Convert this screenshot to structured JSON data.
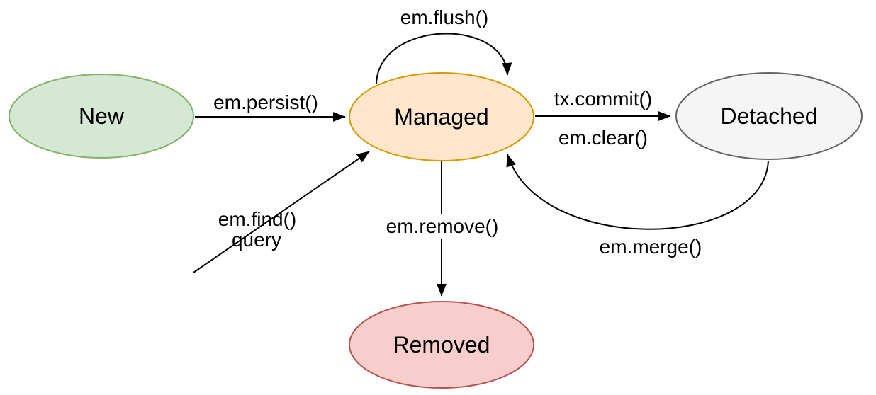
{
  "nodes": [
    {
      "label": "New",
      "fill": "#d5e8d4",
      "stroke": "#82b366"
    },
    {
      "label": "Managed",
      "fill": "#ffe6cc",
      "stroke": "#d79b00"
    },
    {
      "label": "Detached",
      "fill": "#f5f5f5",
      "stroke": "#666666"
    },
    {
      "label": "Removed",
      "fill": "#f8cecc",
      "stroke": "#b85450"
    }
  ],
  "edges": {
    "persist": {
      "label": "em.persist()",
      "from": "New",
      "to": "Managed"
    },
    "flush": {
      "label": "em.flush()",
      "from": "Managed",
      "to": "Managed"
    },
    "commit": {
      "label": "tx.commit()",
      "from": "Managed",
      "to": "Detached"
    },
    "clear": {
      "label": "em.clear()",
      "from": "Managed",
      "to": "Detached"
    },
    "merge": {
      "label": "em.merge()",
      "from": "Detached",
      "to": "Managed"
    },
    "find": {
      "label": "em.find()",
      "label2": "query",
      "to": "Managed"
    },
    "remove": {
      "label": "em.remove()",
      "from": "Managed",
      "to": "Removed"
    }
  },
  "colors": {
    "arrow": "#000000",
    "background": "#ffffff",
    "text": "#000000"
  }
}
